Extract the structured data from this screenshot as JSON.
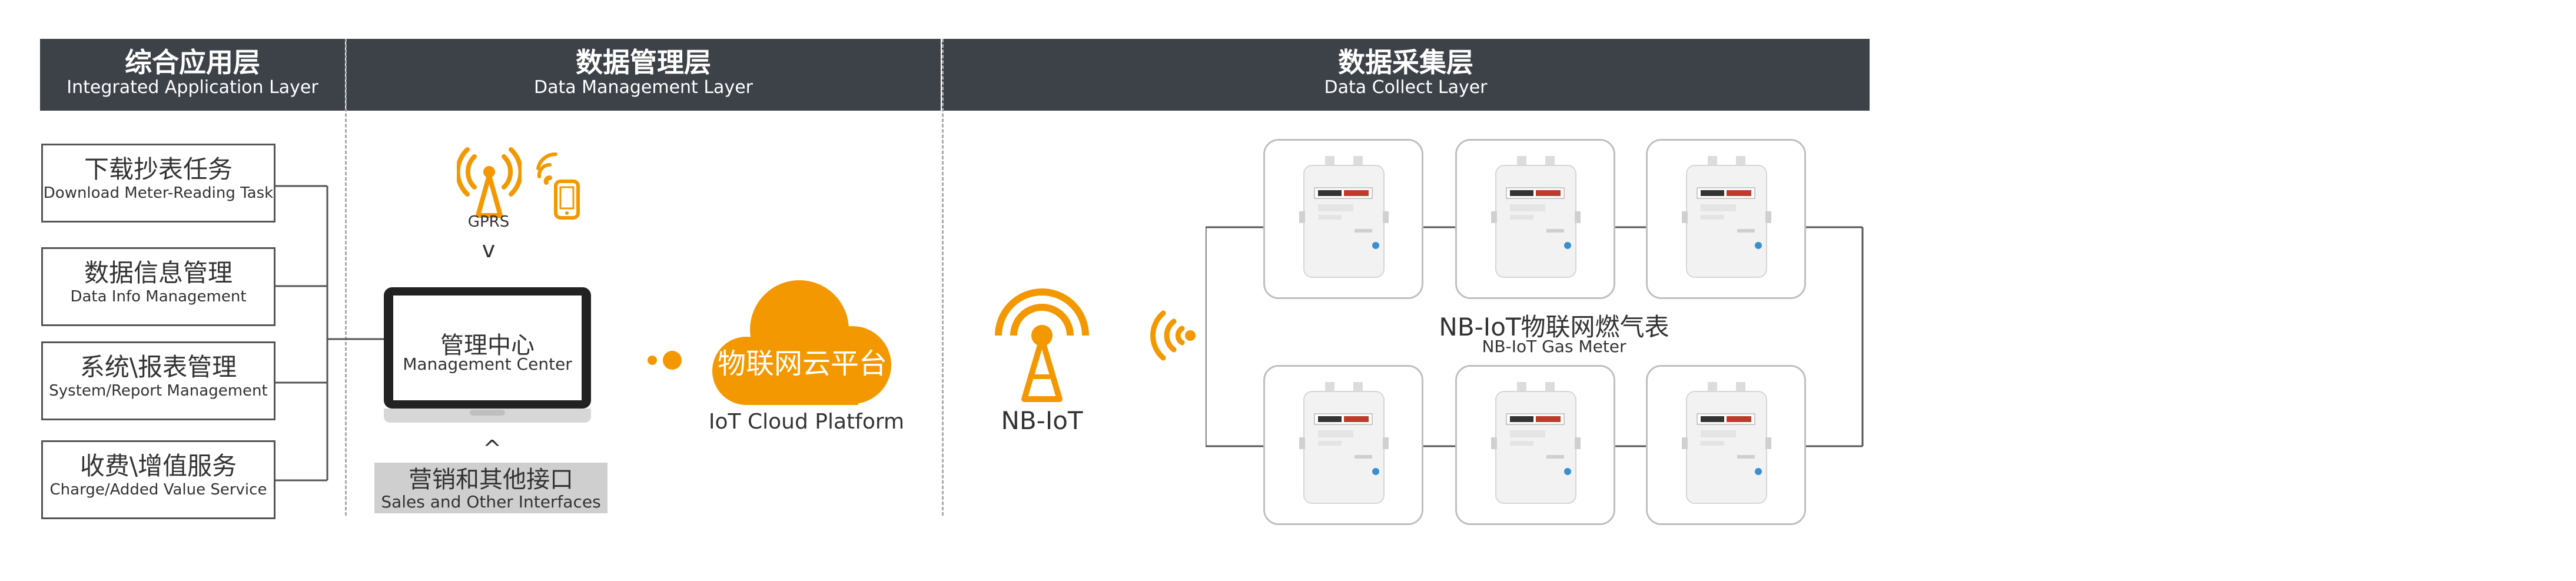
{
  "header": {
    "app": {
      "cn": "综合应用层",
      "en": "Integrated Application Layer"
    },
    "mgmt": {
      "cn": "数据管理层",
      "en": "Data Management Layer"
    },
    "collect": {
      "cn": "数据采集层",
      "en": "Data Collect Layer"
    }
  },
  "services": [
    {
      "cn": "下载抄表任务",
      "en": "Download Meter-Reading Task"
    },
    {
      "cn": "数据信息管理",
      "en": "Data Info Management"
    },
    {
      "cn": "系统\\报表管理",
      "en": "System/Report Management"
    },
    {
      "cn": "收费\\增值服务",
      "en": "Charge/Added Value Service"
    }
  ],
  "gprs": "GPRS",
  "arrow_down": "v",
  "arrow_up": "^",
  "center": {
    "cn": "管理中心",
    "en": "Management Center"
  },
  "interfaces": {
    "cn": "营销和其他接口",
    "en": "Sales and Other Interfaces"
  },
  "cloud": {
    "cn": "物联网云平台",
    "en": "IoT Cloud Platform"
  },
  "nbiot": "NB-IoT",
  "meter": {
    "cn": "NB-IoT物联网燃气表",
    "en": "NB-IoT Gas Meter"
  },
  "colors": {
    "accent": "#f39800",
    "header_bg": "#3d4248",
    "line": "#555555"
  }
}
